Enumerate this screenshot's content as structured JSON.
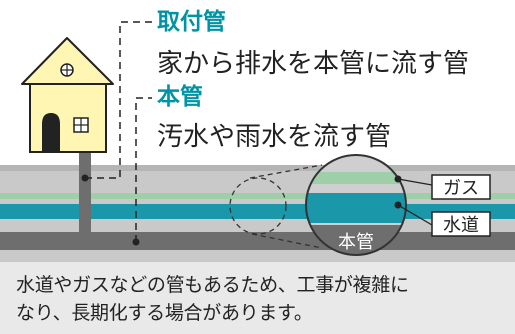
{
  "callouts": {
    "toritsuke_title": "取付管",
    "toritsuke_desc": "家から排水を本管に流す管",
    "honkan_title": "本管",
    "honkan_desc": "汚水や雨水を流す管"
  },
  "pipe_labels": {
    "gas": "ガス",
    "water": "水道",
    "main": "本管"
  },
  "caption": {
    "line1": "水道やガスなどの管もあるため、工事が複雑に",
    "line2": "なり、長期化する場合があります。"
  },
  "colors": {
    "accent_teal": "#0093a3",
    "ground": "#c9c9c9",
    "ground_dark": "#a9a9a9",
    "pipe_dark": "#6e6e6e",
    "gas_green": "#9fcfa8",
    "water_teal": "#1a97a8",
    "house_yellow": "#fff6b3",
    "caption_bg": "#e9e9e9"
  }
}
